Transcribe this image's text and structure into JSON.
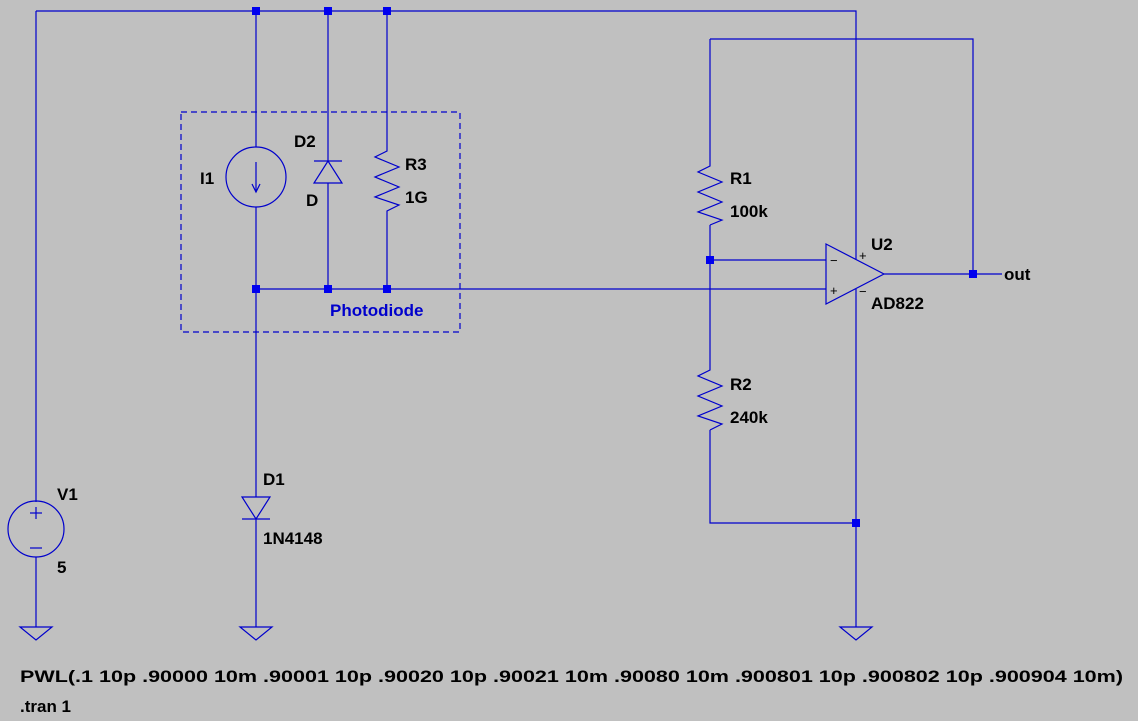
{
  "schematic": {
    "background": "#c0c0c0",
    "wire_color": "#0000cc",
    "components": {
      "V1": {
        "name": "V1",
        "value": "5"
      },
      "I1": {
        "name": "I1"
      },
      "D2": {
        "name": "D2",
        "model": "D"
      },
      "R3": {
        "name": "R3",
        "value": "1G"
      },
      "D1": {
        "name": "D1",
        "model": "1N4148"
      },
      "R1": {
        "name": "R1",
        "value": "100k"
      },
      "R2": {
        "name": "R2",
        "value": "240k"
      },
      "U2": {
        "name": "U2",
        "model": "AD822"
      }
    },
    "group_label": "Photodiode",
    "net_label_out": "out",
    "opamp_pins": {
      "minus": "−",
      "plus": "+"
    },
    "directives": [
      "PWL(.1 10p .90000 10m .90001 10p .90020 10p .90021 10m .90080 10m .900801 10p .900802 10p .900904 10m)",
      ".tran 1"
    ]
  }
}
